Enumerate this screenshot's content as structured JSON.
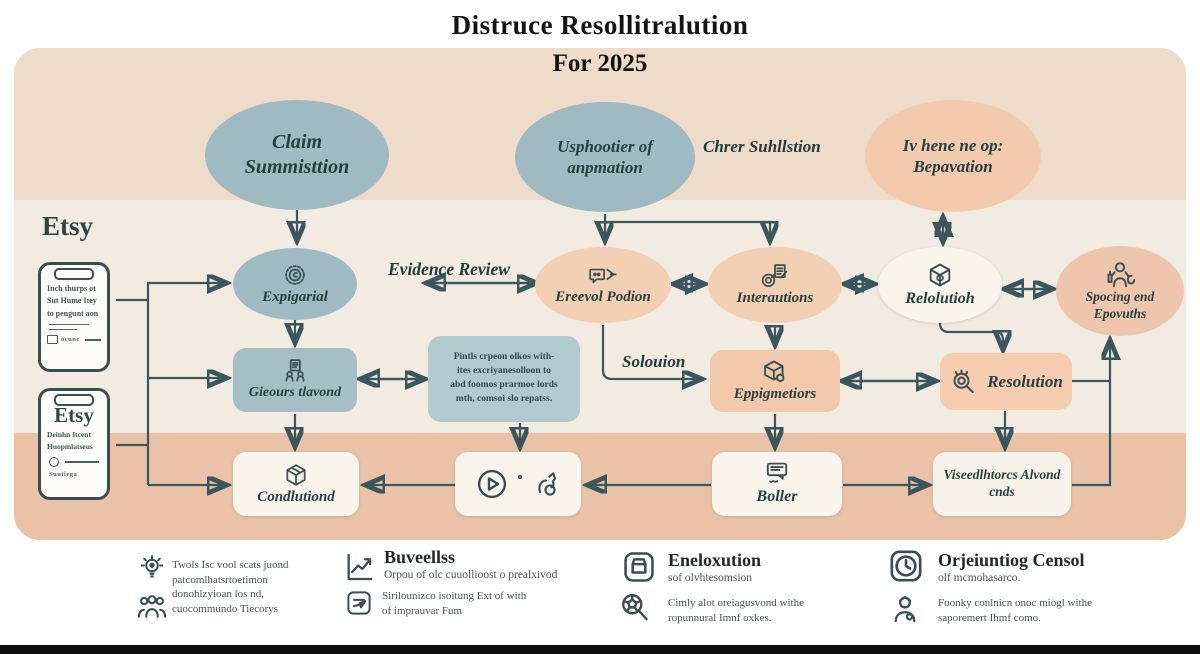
{
  "title": {
    "line1": "Distruce Resollitralution",
    "line2": "For 2025"
  },
  "brand": {
    "etsy": "Etsy"
  },
  "colors": {
    "band_top": "#eedbc9",
    "band_mid": "#f1ebe2",
    "band_bottom": "#e9c2a7",
    "blue_node": "#9fbac3",
    "peach_node": "#f3cfb3",
    "cream_node": "#f9f5ed",
    "arrow": "#3b565c",
    "text": "#26403f"
  },
  "nodes": {
    "claim": "Claim\nSummisttion",
    "usphootier": "Usphootier of\nanpmation",
    "chrer": "Chrer Suhllstion",
    "ivhene": "Iv hene ne op:\nBepavation",
    "expigarial": "Expigarial",
    "evidence_review": "Evidence Review",
    "ereevol": "Ereevol Podion",
    "interautions": "Interautions",
    "relolutioh": "Relolutioh",
    "spocing": "Spocing end\nEpovuths",
    "gieours": "Gieours tlavond",
    "textbox": "Pintls crpeon olkos with-\nites excriyanesolloon to\nabd foomos prarmoe lords\nmth, comsoi slo repatss.",
    "solouion": "Solouion",
    "eppigmetiors": "Eppigmetiors",
    "resolution": "Resolution",
    "condlutiond": "Condlutiond",
    "boller": "Boller",
    "viseedlhtorcs": "Viseedlhtorcs Alvond\ncnds"
  },
  "phones": {
    "phone1": {
      "lines": "Inch thurps ot\nSut Hume Itey\nto pengunt aon",
      "footer": "ocnnc"
    },
    "phone2": {
      "brand": "Etsy",
      "lines": "Deinhn Itcent\nHuopmlatseus",
      "footer": "Suutiega"
    }
  },
  "legend": {
    "col1": {
      "text": "Twols Isc vool scats juond\npatcomlhatsrtoetimon\ndonohlzyioan los nd,\ncuocommundo Tiecorys"
    },
    "col2": {
      "heading": "Buveellss",
      "sub": "Orpou of olc cuuollioost o prealxivod",
      "item2": "Sirilounizco isoitung Ext of with\nof imprauvar Fum"
    },
    "col3": {
      "heading": "Eneloxution",
      "sub": "sof olvhtesomsion",
      "item2": "Cimly alot oreiagusvond withe\nropunnural Imnf oxkes."
    },
    "col4": {
      "heading": "Orjeiuntiog Censol",
      "sub": "olf mcmohasarco.",
      "item2": "Foonky conlnicn onoc miogl withe\nsaporemert Ihmf como."
    }
  },
  "icons": {
    "expigarial": "seal-icon",
    "ereevol": "chat-arrow-icon",
    "interautions": "target-doc-icon",
    "relolutioh": "package-icon",
    "spocing": "person-celebrate-icon",
    "gieours": "people-doc-icon",
    "eppigmetiors": "package-hex-icon",
    "resolution": "search-sparks-icon",
    "condlutiond": "cube-icon",
    "media": "play-icon dog-icon",
    "boller": "chat-list-icon",
    "legend1": "bulb-icon group-icon",
    "legend2": "chart-icon form-pen-icon",
    "legend3": "box-app-icon ball-magnifier-icon",
    "legend4": "clock-icon person-badge-icon"
  }
}
